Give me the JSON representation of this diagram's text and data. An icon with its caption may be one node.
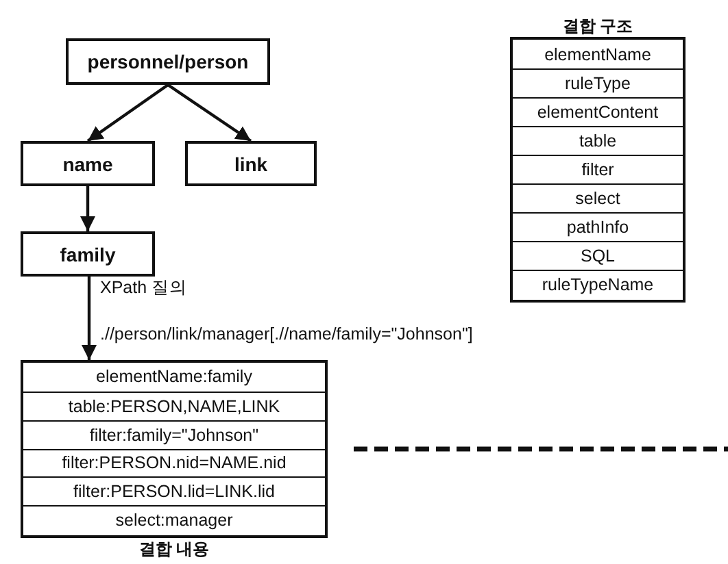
{
  "diagram": {
    "nodes": [
      {
        "text": [
          "personnel/person"
        ]
      },
      {
        "text": [
          "name"
        ]
      },
      {
        "text": [
          "link"
        ]
      },
      {
        "text": [
          "family"
        ]
      },
      {
        "text": [
          "결합 내용"
        ]
      },
      {
        "text": [
          "elementName:family"
        ],
        "in": 4
      },
      {
        "text": [
          "table:PERSON,NAME,LINK"
        ],
        "in": 4
      },
      {
        "text": [
          "filter:family=\"Johnson\""
        ],
        "in": 4
      },
      {
        "text": [
          "filter:PERSON.nid=NAME.nid"
        ],
        "in": 4
      },
      {
        "text": [
          "filter:PERSON.lid=LINK.lid"
        ],
        "in": 4
      },
      {
        "text": [
          "select:manager"
        ],
        "in": 4
      },
      {
        "text": [
          "결합 구조"
        ]
      },
      {
        "text": [
          "elementName"
        ],
        "in": 11
      },
      {
        "text": [
          "ruleType"
        ],
        "in": 11
      },
      {
        "text": [
          "elementContent"
        ],
        "in": 11
      },
      {
        "text": [
          "table"
        ],
        "in": 11
      },
      {
        "text": [
          "filter"
        ],
        "in": 11
      },
      {
        "text": [
          "select"
        ],
        "in": 11
      },
      {
        "text": [
          "pathInfo"
        ],
        "in": 11
      },
      {
        "text": [
          "SQL"
        ],
        "in": 11
      },
      {
        "text": [
          "ruleTypeName"
        ],
        "in": 11
      }
    ],
    "edges": [
      {
        "from": 0,
        "to": 1,
        "arrow": "to"
      },
      {
        "from": 0,
        "to": 2,
        "arrow": "to"
      },
      {
        "from": 1,
        "to": 3,
        "arrow": "to"
      },
      {
        "from": 3,
        "to": 4,
        "arrow": "to",
        "label": "XPath 질의 .//person/link/manager[.//name/family=\"Johnson\"]"
      },
      {
        "from": 4,
        "to": null,
        "arrow": "none",
        "style": "dashed"
      }
    ]
  }
}
